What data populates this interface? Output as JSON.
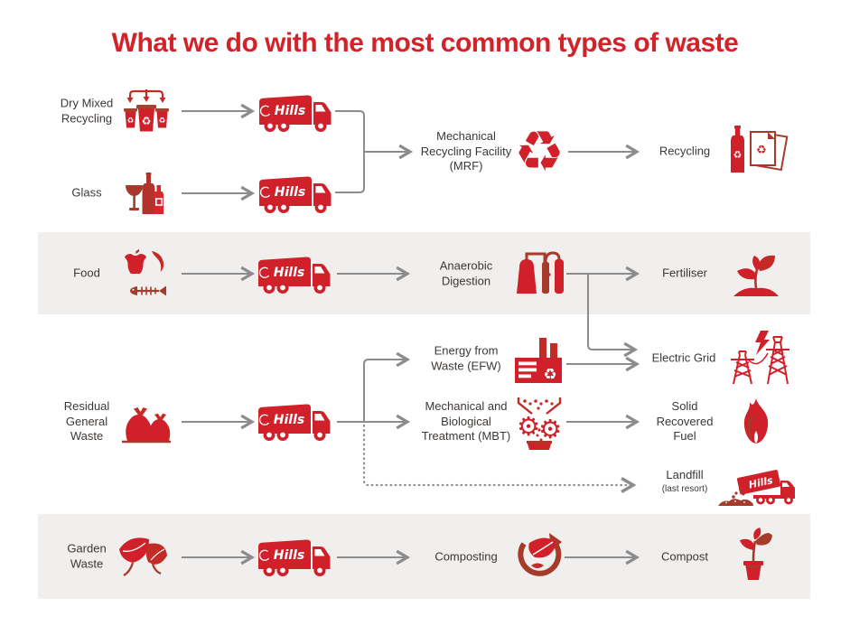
{
  "title": "What we do with the most common types of waste",
  "truck_logo": "Hills",
  "colors": {
    "brand_red": "#d0202a",
    "dark_red": "#a73b2b",
    "title_red": "#d2232a",
    "arrow_gray": "#8c8c8c",
    "band_gray": "#f0efee",
    "label_text": "#3c3835"
  },
  "waste_types": [
    {
      "label": "Dry Mixed Recycling",
      "icon": "recycling-bins"
    },
    {
      "label": "Glass",
      "icon": "glass-bottles"
    },
    {
      "label": "Food",
      "icon": "food-scraps"
    },
    {
      "label": "Residual General Waste",
      "icon": "waste-bags"
    },
    {
      "label": "Garden Waste",
      "icon": "garden-leaves"
    }
  ],
  "processes": [
    {
      "label": "Mechanical Recycling Facility (MRF)",
      "icon": "recycle-arrows"
    },
    {
      "label": "Anaerobic Digestion",
      "icon": "digester-tanks"
    },
    {
      "label": "Energy from Waste (EFW)",
      "icon": "factory-recycle"
    },
    {
      "label": "Mechanical and Biological Treatment (MBT)",
      "icon": "gears-shredder"
    },
    {
      "label": "Composting",
      "icon": "leaf-cycle"
    }
  ],
  "outputs": [
    {
      "label": "Recycling",
      "icon": "bottle-and-paper"
    },
    {
      "label": "Fertiliser",
      "icon": "seedling"
    },
    {
      "label": "Electric Grid",
      "icon": "power-pylons"
    },
    {
      "label": "Solid Recovered Fuel",
      "icon": "flame"
    },
    {
      "label": "Landfill",
      "sublabel": "(last resort)",
      "icon": "tipping-truck"
    },
    {
      "label": "Compost",
      "icon": "potted-plant"
    }
  ]
}
